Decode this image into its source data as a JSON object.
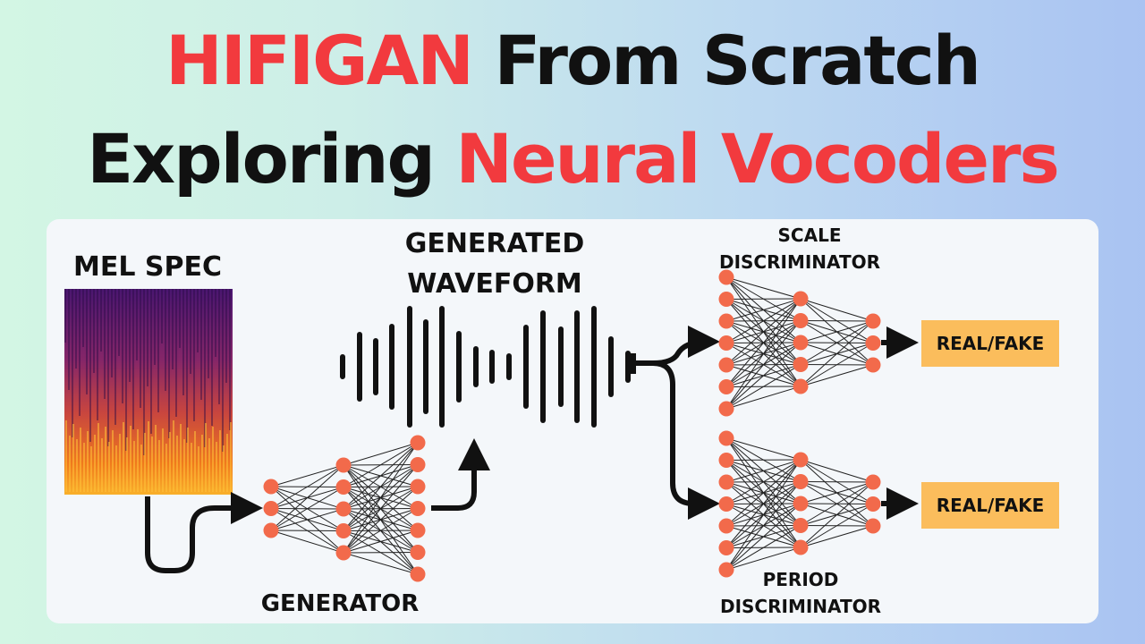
{
  "title": {
    "line1_highlight": "HIFIGAN",
    "line1_rest": "From Scratch",
    "line2_rest": "Exploring",
    "line2_highlight": "Neural Vocoders"
  },
  "diagram": {
    "mel_label": "MEL SPEC",
    "generated_label_1": "GENERATED",
    "generated_label_2": "WAVEFORM",
    "generator_label": "GENERATOR",
    "scale_label_1": "SCALE",
    "scale_label_2": "DISCRIMINATOR",
    "period_label_1": "PERIOD",
    "period_label_2": "DISCRIMINATOR",
    "output_top": "REAL/FAKE",
    "output_bottom": "REAL/FAKE"
  },
  "colors": {
    "accent_red": "#f23a3e",
    "node_orange": "#f26a4b",
    "output_box": "#fbbd5c"
  }
}
